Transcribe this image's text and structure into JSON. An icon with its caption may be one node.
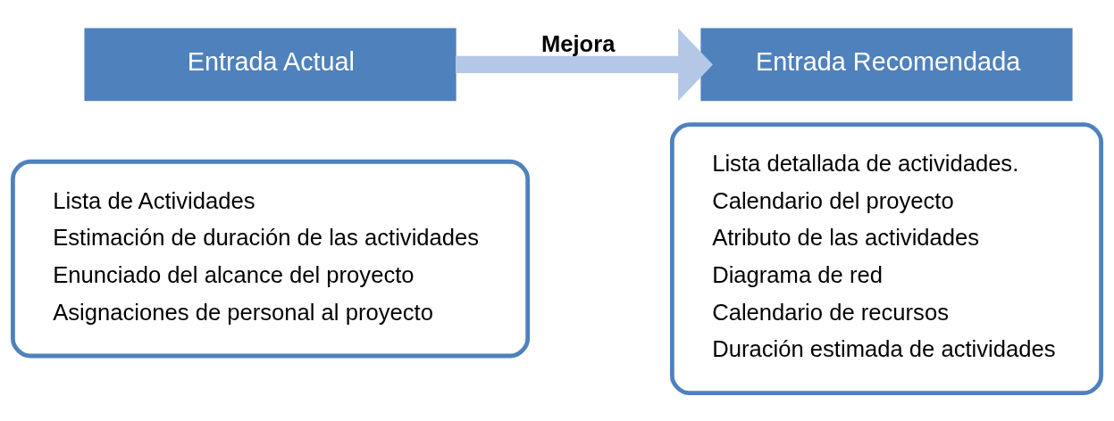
{
  "diagram": {
    "nodes": [
      {
        "text": [
          "Entrada Actual"
        ]
      },
      {
        "text": [
          "Lista de Actividades",
          "Estimación de duración de las actividades",
          "Enunciado del alcance del proyecto",
          "Asignaciones de personal al proyecto"
        ]
      },
      {
        "text": [
          "Entrada Recomendada"
        ]
      },
      {
        "text": [
          "Lista detallada de actividades.",
          "Calendario del proyecto",
          "Atributo de las actividades",
          "Diagrama de red",
          "Calendario de recursos",
          "Duración estimada de actividades"
        ]
      }
    ],
    "edges": [
      {
        "from": 0,
        "to": 2,
        "arrow": "to",
        "label": "Mejora",
        "color": "#b4c7e7"
      }
    ]
  }
}
